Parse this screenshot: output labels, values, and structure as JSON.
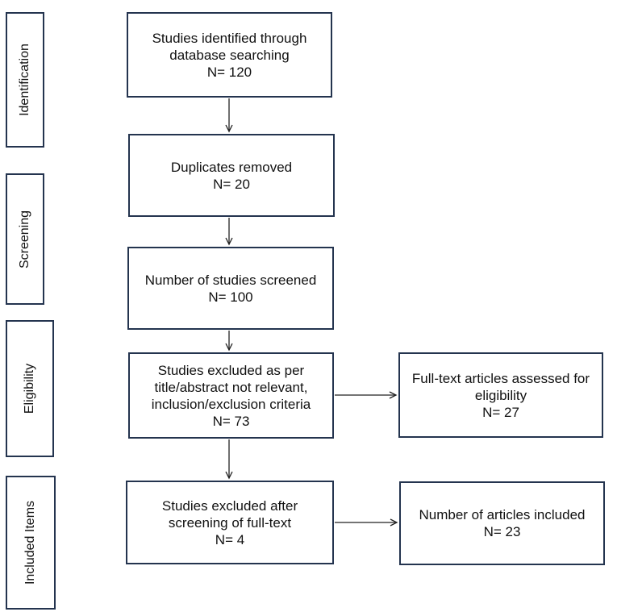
{
  "stages": {
    "identification": "Identification",
    "screening": "Screening",
    "eligibility": "Eligibility",
    "included": "Included Items"
  },
  "boxes": {
    "identified": "Studies identified through\ndatabase searching\nN= 120",
    "duplicates": "Duplicates removed\nN= 20",
    "screened": "Number of studies screened\nN= 100",
    "excluded_title": "Studies excluded as per\ntitle/abstract not relevant,\ninclusion/exclusion criteria\nN= 73",
    "fulltext_assessed": "Full-text articles assessed for\neligibility\nN= 27",
    "excluded_fulltext": "Studies excluded after\nscreening of full-text\nN= 4",
    "included": "Number of articles included\nN= 23"
  },
  "colors": {
    "border": "#24344f",
    "arrow": "#222222"
  }
}
